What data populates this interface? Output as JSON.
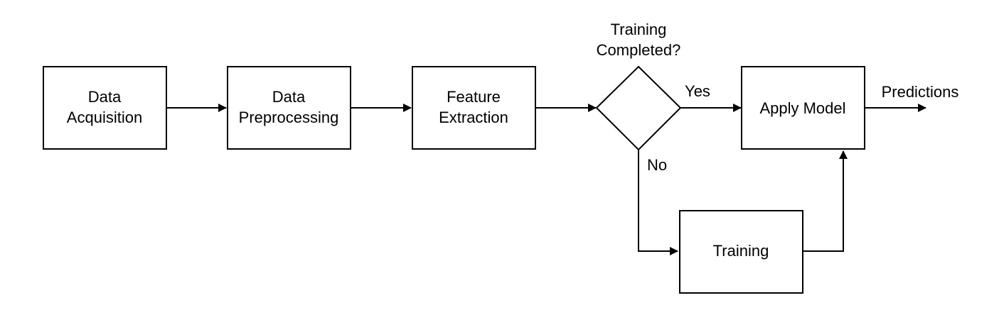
{
  "diagram": {
    "nodes": [
      {
        "id": "acquisition",
        "shape": "rect",
        "lines": [
          "Data",
          "Acquisition"
        ]
      },
      {
        "id": "preprocessing",
        "shape": "rect",
        "lines": [
          "Data",
          "Preprocessing"
        ]
      },
      {
        "id": "feature",
        "shape": "rect",
        "lines": [
          "Feature",
          "Extraction"
        ]
      },
      {
        "id": "decision",
        "shape": "diamond",
        "lines": [
          "Training",
          "Completed?"
        ]
      },
      {
        "id": "apply",
        "shape": "rect",
        "lines": [
          "Apply Model"
        ]
      },
      {
        "id": "training",
        "shape": "rect",
        "lines": [
          "Training"
        ]
      }
    ],
    "edge_labels": {
      "yes": "Yes",
      "no": "No",
      "output": "Predictions"
    }
  },
  "colors": {
    "stroke": "#000000",
    "text": "#000000",
    "background": "#ffffff"
  }
}
